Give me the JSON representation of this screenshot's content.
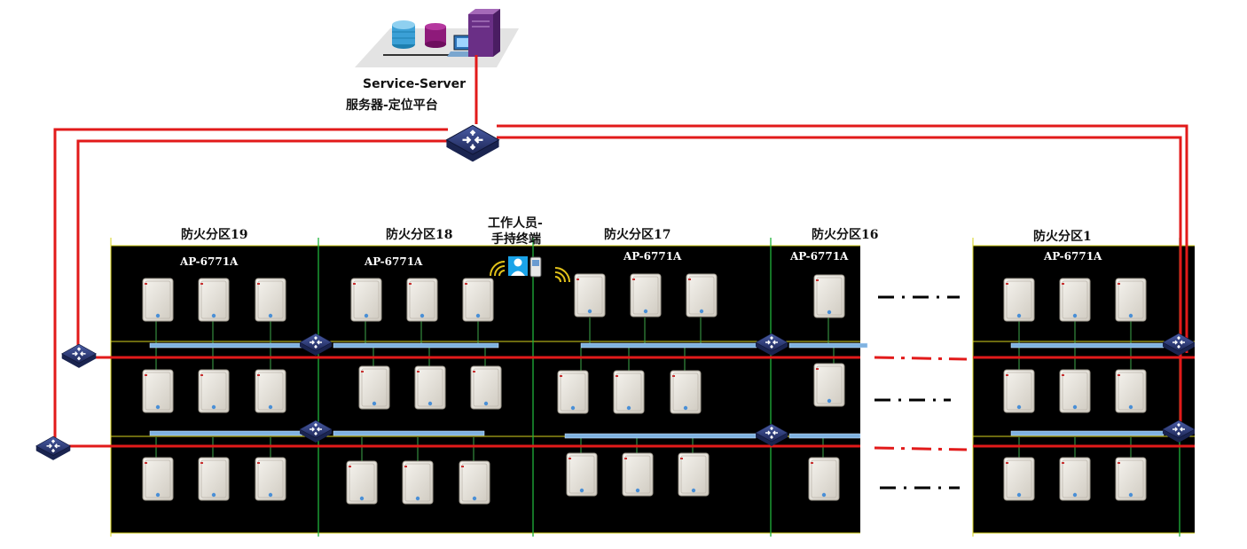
{
  "server": {
    "name_en": "Service-Server",
    "name_cn": "服务器-定位平台"
  },
  "worker": {
    "line1": "工作人员-",
    "line2": "手持终端"
  },
  "zones": [
    {
      "label": "防火分区19",
      "ap_model": "AP-6771A"
    },
    {
      "label": "防火分区18",
      "ap_model": "AP-6771A"
    },
    {
      "label": "防火分区17",
      "ap_model": "AP-6771A"
    },
    {
      "label": "防火分区16",
      "ap_model": "AP-6771A"
    },
    {
      "label": "防火分区1",
      "ap_model": "AP-6771A"
    }
  ],
  "colors": {
    "uplink": "#e21a1a",
    "floor_bg": "#000000",
    "zone_divider": "#1fb33a",
    "row_line": "#d6d21e",
    "switch_bar": "#7fb2e0",
    "switch": "#2d3c78",
    "ap_body": "#ece9e2"
  },
  "icons": [
    "database-icon",
    "storage-icon",
    "pc-icon",
    "server-tower-icon",
    "core-switch-icon",
    "access-switch-icon",
    "ap-icon",
    "handheld-terminal-icon",
    "wifi-signal-icon"
  ]
}
